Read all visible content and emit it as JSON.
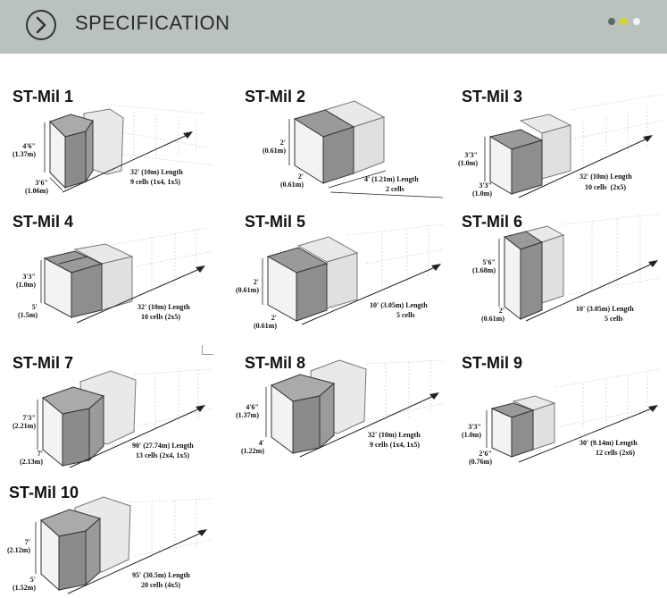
{
  "header": {
    "title": "SPECIFICATION",
    "colors": {
      "background": "#b9c2bd",
      "dot1": "#5a6b63",
      "dot2": "#e3d31e",
      "dot3": "#f4f4f4"
    }
  },
  "items": [
    {
      "name": "ST-Mil 1",
      "height_label": "4'6\"\n(1.37m)",
      "width_label": "3'6\"\n(1.06m)",
      "length_label": "32' (10m) Length",
      "cells_label": "9 cells (1x4, 1x5)"
    },
    {
      "name": "ST-Mil 2",
      "height_label": "2'\n(0.61m)",
      "width_label": "2'\n(0.61m)",
      "length_label": "4' (1.21m) Length",
      "cells_label": "2 cells"
    },
    {
      "name": "ST-Mil 3",
      "height_label": "3'3\"\n(1.0m)",
      "width_label": "3'3\"\n(1.0m)",
      "length_label": "32' (10m) Length",
      "cells_label": "10 cells  (2x5)"
    },
    {
      "name": "ST-Mil 4",
      "height_label": "3'3\"\n(1.0m)",
      "width_label": "5'\n(1.5m)",
      "length_label": "32' (10m) Length",
      "cells_label": "10 cells (2x5)"
    },
    {
      "name": "ST-Mil 5",
      "height_label": "2'\n(0.61m)",
      "width_label": "2'\n(0.61m)",
      "length_label": "10' (3.05m) Length",
      "cells_label": "5 cells"
    },
    {
      "name": "ST-Mil 6",
      "height_label": "5'6\"\n(1.68m)",
      "width_label": "2'\n(0.61m)",
      "length_label": "10' (3.05m) Length",
      "cells_label": "5 cells"
    },
    {
      "name": "ST-Mil 7",
      "height_label": "7'3\"\n(2.21m)",
      "width_label": "7'\n(2.13m)",
      "length_label": "90' (27.74m) Length",
      "cells_label": "13 cells (2x4, 1x5)"
    },
    {
      "name": "ST-Mil 8",
      "height_label": "4'6\"\n(1.37m)",
      "width_label": "4'\n(1.22m)",
      "length_label": "32' (10m) Length",
      "cells_label": "9 cells (1x4, 1x5)"
    },
    {
      "name": "ST-Mil 9",
      "height_label": "3'3\"\n(1.0m)",
      "width_label": "2'6\"\n(0.76m)",
      "length_label": "30' (9.14m) Length",
      "cells_label": "12 cells (2x6)"
    },
    {
      "name": "ST-Mil 10",
      "height_label": "7'\n(2.12m)",
      "width_label": "5'\n(1.52m)",
      "length_label": "95' (30.5m) Length",
      "cells_label": "20 cells (4x5)"
    }
  ]
}
